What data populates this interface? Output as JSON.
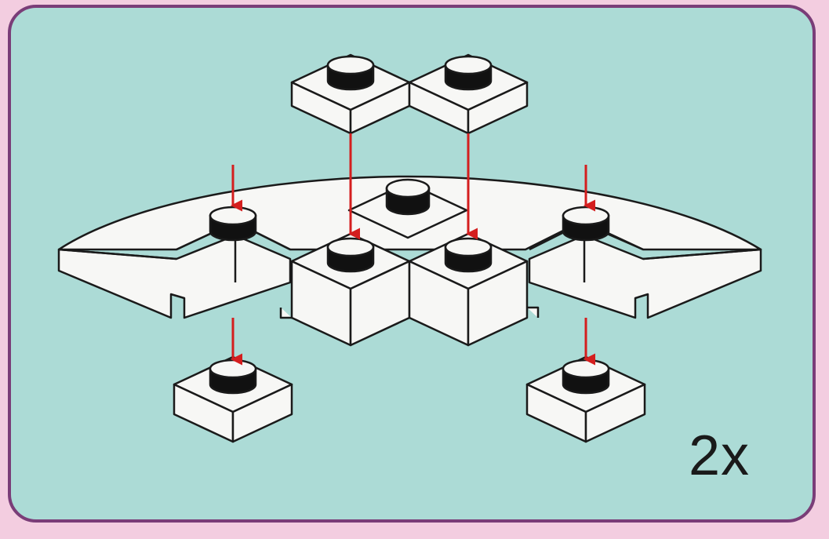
{
  "instruction_panel": {
    "quantity_label": "2x",
    "colors": {
      "page_background": "#f3cde0",
      "panel_fill": "#acdbd6",
      "panel_border": "#7a3d78",
      "brick_fill": "#f7f7f5",
      "brick_outline": "#1a1a1a",
      "stud_top": "#f7f7f5",
      "stud_band": "#111111",
      "arrow_color": "#d41e1e"
    },
    "parts": [
      {
        "name": "plate-1x1-top-left",
        "icon": "plate-1x1"
      },
      {
        "name": "plate-1x1-top-right",
        "icon": "plate-1x1"
      },
      {
        "name": "curved-wedge-plate",
        "icon": "wedge-plate-curved"
      },
      {
        "name": "brick-1x1-center-left",
        "icon": "brick-1x1"
      },
      {
        "name": "brick-1x1-center-right",
        "icon": "brick-1x1"
      },
      {
        "name": "plate-1x1-bottom-left",
        "icon": "plate-1x1"
      },
      {
        "name": "plate-1x1-bottom-right",
        "icon": "plate-1x1"
      }
    ]
  }
}
